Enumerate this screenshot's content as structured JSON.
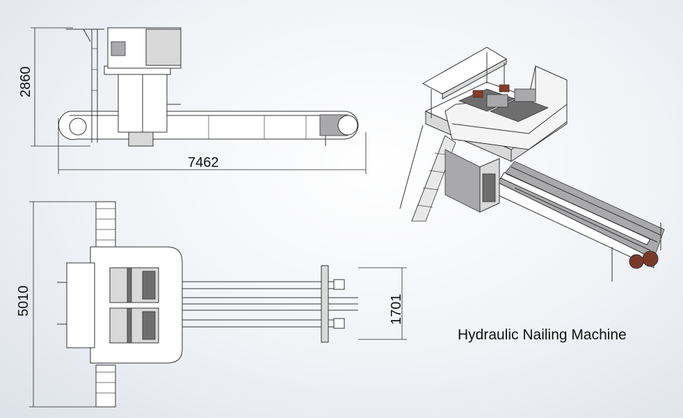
{
  "caption": "Hydraulic Nailing Machine",
  "dimensions": {
    "side_height": "2860",
    "side_length": "7462",
    "top_width": "5010",
    "conveyor_width": "1701"
  }
}
